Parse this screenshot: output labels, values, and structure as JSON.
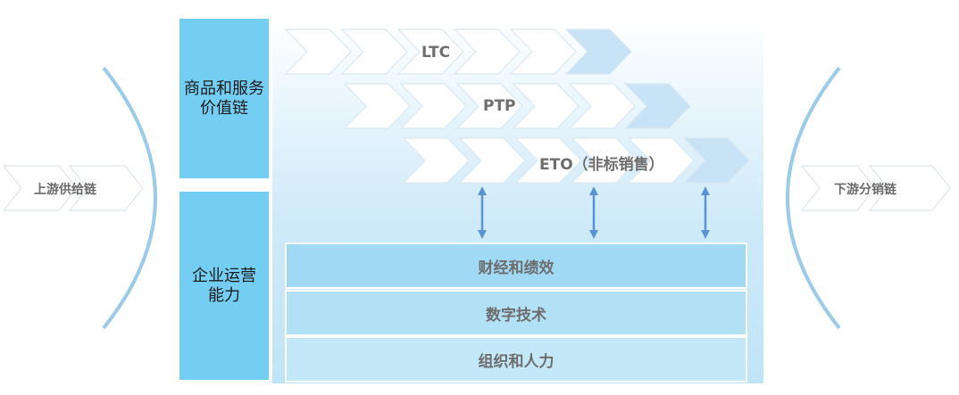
{
  "upstream_label": "上游供给链",
  "downstream_label": "下游分销链",
  "value_chain": {
    "title_line1": "商品和服务",
    "title_line2": "价值链",
    "rows": [
      {
        "label": "LTC"
      },
      {
        "label": "PTP"
      },
      {
        "label": "ETO（非标销售）"
      }
    ]
  },
  "capability": {
    "title_line1": "企业运营",
    "title_line2": "能力",
    "layers": [
      {
        "label": "财经和绩效"
      },
      {
        "label": "数字技术"
      },
      {
        "label": "组织和人力"
      }
    ]
  },
  "colors": {
    "side_panel": "#74cdf2",
    "chevron_fill": "#ffffff",
    "chevron_last": "#c7e3f5",
    "arrow": "#5a93d2",
    "arc": "#9ccbe8"
  }
}
